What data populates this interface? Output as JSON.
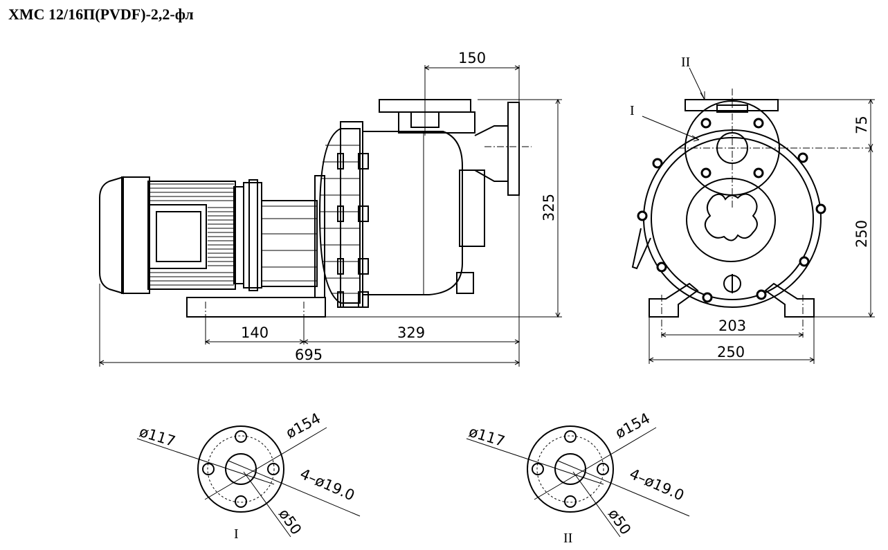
{
  "title": "ХМС 12/16П(PVDF)-2,2-фл",
  "side_view": {
    "dim_150": "150",
    "dim_325": "325",
    "dim_140": "140",
    "dim_329": "329",
    "dim_695": "695"
  },
  "front_view": {
    "marker_1": "I",
    "marker_2": "II",
    "dim_75": "75",
    "dim_250_height": "250",
    "dim_203": "203",
    "dim_250_width": "250"
  },
  "flange_1": {
    "d_outer": "ø154",
    "d_bolt_circle": "ø117",
    "d_bore": "ø50",
    "holes": "4–ø19.0",
    "label": "I"
  },
  "flange_2": {
    "d_outer": "ø154",
    "d_bolt_circle": "ø117",
    "d_bore": "ø50",
    "holes": "4–ø19.0",
    "label": "II"
  }
}
